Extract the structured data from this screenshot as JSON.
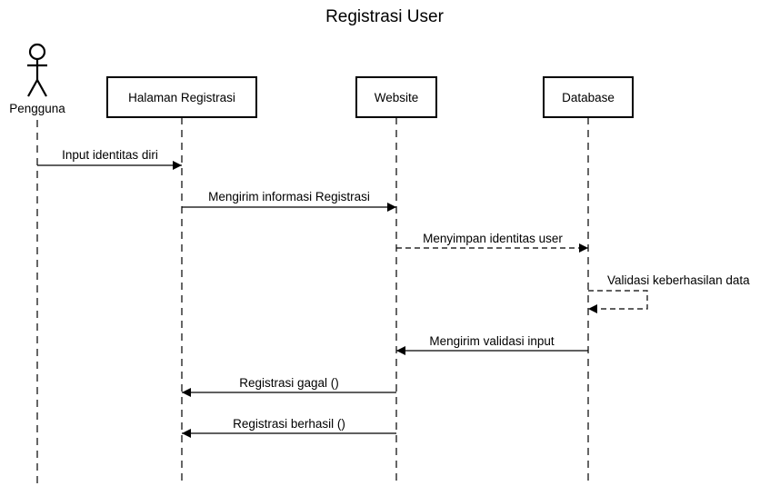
{
  "title": "Registrasi User",
  "actor": {
    "label": "Pengguna"
  },
  "participants": [
    {
      "id": "halaman",
      "label": "Halaman Registrasi"
    },
    {
      "id": "website",
      "label": "Website"
    },
    {
      "id": "database",
      "label": "Database"
    }
  ],
  "messages": [
    {
      "from": "pengguna",
      "to": "halaman",
      "label": "Input identitas diri",
      "style": "solid"
    },
    {
      "from": "halaman",
      "to": "website",
      "label": "Mengirim informasi Registrasi",
      "style": "solid"
    },
    {
      "from": "website",
      "to": "database",
      "label": "Menyimpan identitas user",
      "style": "dashed"
    },
    {
      "from": "database",
      "to": "database",
      "label": "Validasi keberhasilan data",
      "style": "dashed"
    },
    {
      "from": "database",
      "to": "website",
      "label": "Mengirim validasi input",
      "style": "solid"
    },
    {
      "from": "website",
      "to": "halaman",
      "label": "Registrasi gagal ()",
      "style": "solid"
    },
    {
      "from": "website",
      "to": "halaman",
      "label": "Registrasi berhasil ()",
      "style": "solid"
    }
  ]
}
